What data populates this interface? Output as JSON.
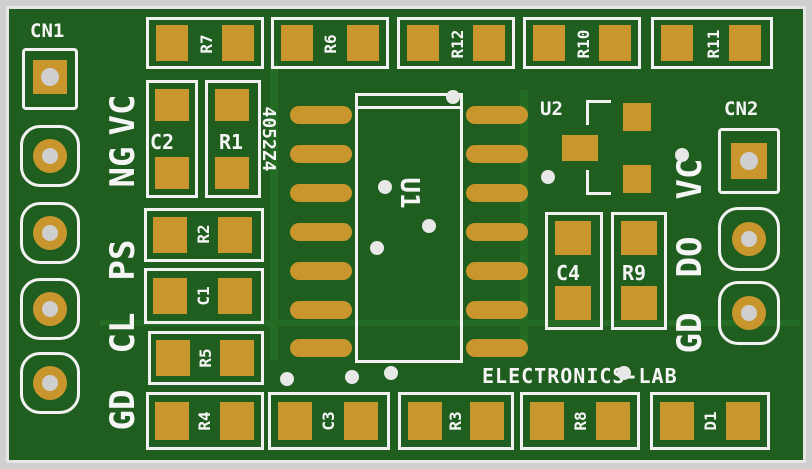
{
  "connectors": {
    "cn1": "CN1",
    "cn2": "CN2"
  },
  "cn1_pins": [
    "VC",
    "NG",
    "PS",
    "CL",
    "GD"
  ],
  "cn2_pins": [
    "VC",
    "DO",
    "GD"
  ],
  "components": {
    "r7": "R7",
    "r6": "R6",
    "r12": "R12",
    "r10": "R10",
    "r11": "R11",
    "c2": "C2",
    "r1": "R1",
    "r2": "R2",
    "c1": "C1",
    "r5": "R5",
    "r4": "R4",
    "c3": "C3",
    "r3": "R3",
    "r8": "R8",
    "d1": "D1",
    "c4": "C4",
    "r9": "R9",
    "u1": "U1",
    "u2": "U2"
  },
  "ic_marking": "4052Z4",
  "brand": "ELECTRONICS-LAB",
  "colors": {
    "board": "#1f5e1f",
    "pad": "#c9962e",
    "silk": "#f2f2f2"
  }
}
